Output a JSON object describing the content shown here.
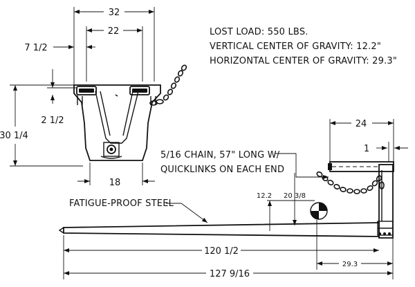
{
  "notes": {
    "lost_load": "LOST LOAD: 550 LBS.",
    "vertical_cg": "VERTICAL CENTER OF GRAVITY: 12.2\"",
    "horizontal_cg": "HORIZONTAL CENTER OF GRAVITY: 29.3\"",
    "chain_line1": "5/16 CHAIN, 57\" LONG W/",
    "chain_line2": "QUICKLINKS ON EACH END",
    "steel_label": "FATIGUE-PROOF STEEL"
  },
  "front_view": {
    "dim_overall_width": "32",
    "dim_inner_width": "22",
    "dim_top_offset": "7 1/2",
    "dim_pocket_height": "2 1/2",
    "dim_height": "30 1/4",
    "dim_bottom_width": "18"
  },
  "side_view": {
    "dim_top_width": "24",
    "dim_plate": "1",
    "dim_cg_vertical": "12.2",
    "dim_pocket": "20 3/8",
    "dim_boom_length": "120 1/2",
    "dim_cg_horizontal": "29.3",
    "dim_overall_length": "127 9/16"
  }
}
